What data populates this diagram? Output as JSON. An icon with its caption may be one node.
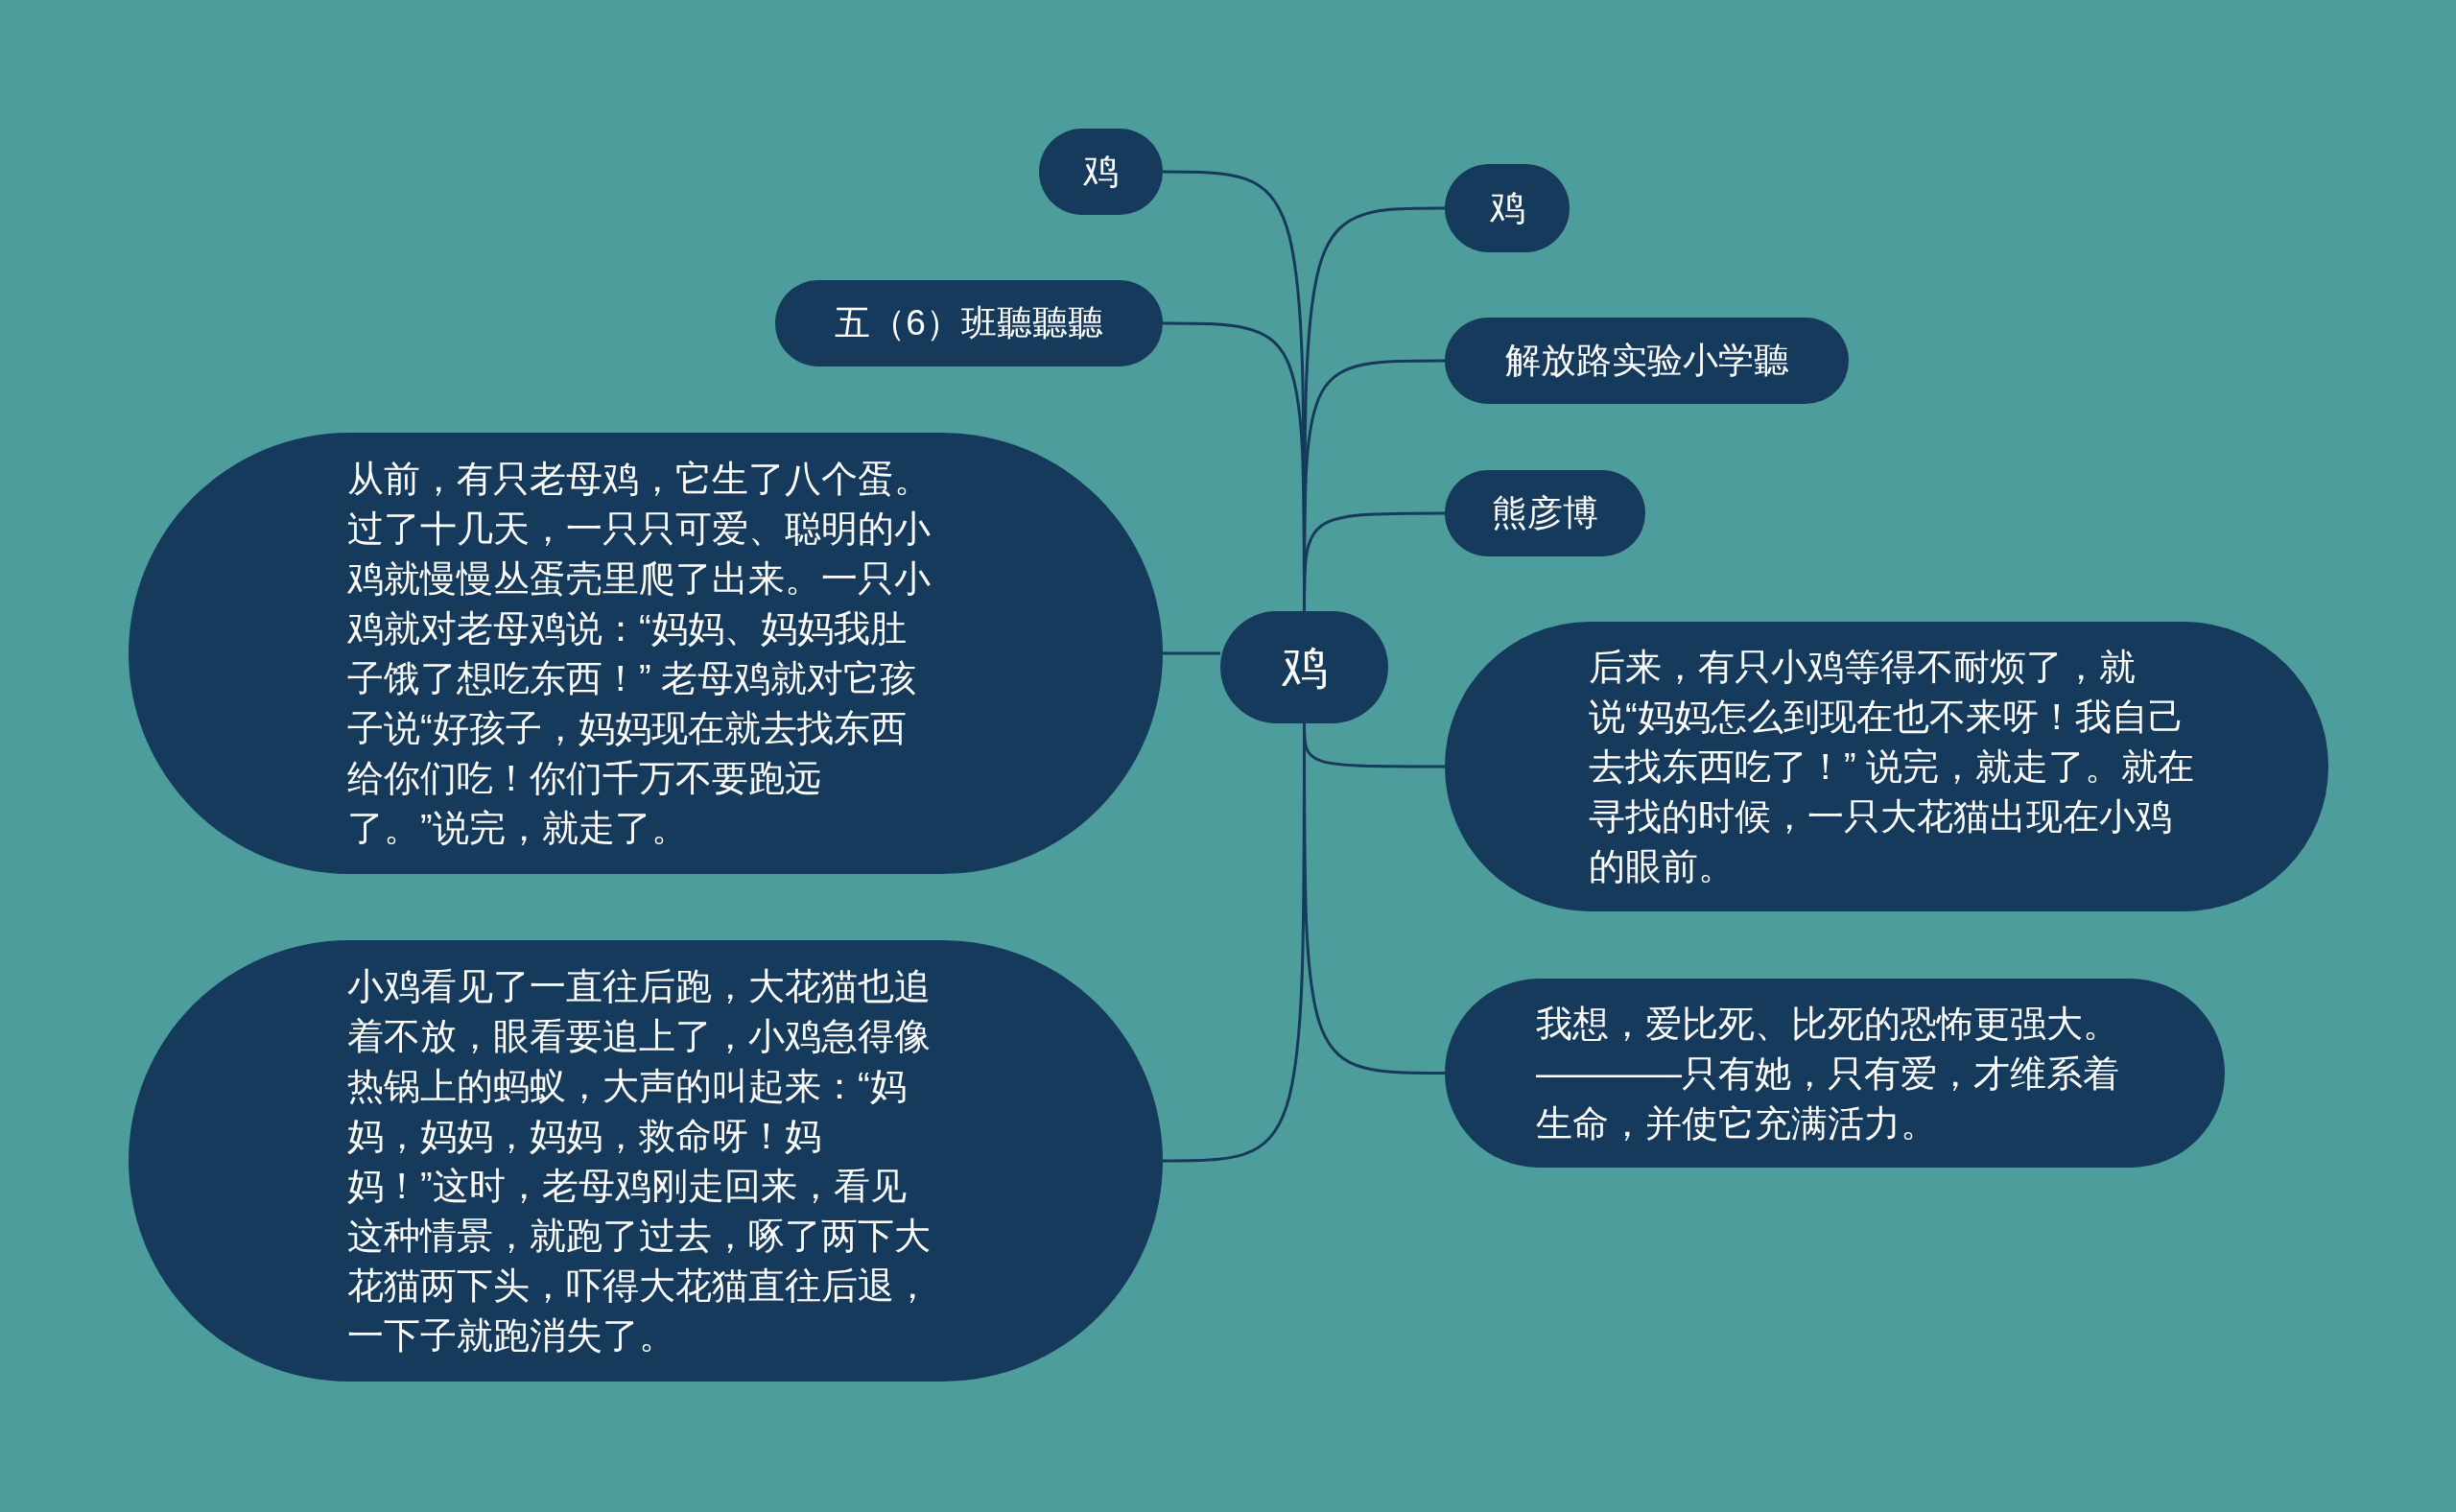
{
  "diagram": {
    "nodes": [
      {
        "text": [
          "鸡"
        ]
      },
      {
        "text": [
          "鸡"
        ]
      },
      {
        "text": [
          "五（6）班聽聽聽"
        ]
      },
      {
        "text": [
          "从前，有只老母鸡，它生了八个蛋。过了十几天，一只只可爱、聪明的小鸡就慢慢丛蛋壳里爬了出来。一只小鸡就对老母鸡说：“妈妈、妈妈我肚子饿了想吃东西！” 老母鸡就对它孩子说“好孩子，妈妈现在就去找东西给你们吃！你们千万不要跑远了。”说完，就走了。"
        ]
      },
      {
        "text": [
          "小鸡看见了一直往后跑，大花猫也追着不放，眼看要追上了，小鸡急得像热锅上的蚂蚁，大声的叫起来：“妈妈，妈妈，妈妈，救命呀！妈妈！”这时，老母鸡刚走回来，看见这种情景，就跑了过去，啄了两下大花猫两下头，吓得大花猫直往后退，一下子就跑消失了。"
        ]
      },
      {
        "text": [
          "鸡"
        ]
      },
      {
        "text": [
          "解放路实验小学聽"
        ]
      },
      {
        "text": [
          "熊彦博"
        ]
      },
      {
        "text": [
          "后来，有只小鸡等得不耐烦了，就说“妈妈怎么到现在也不来呀！我自己去找东西吃了！” 说完，就走了。就在寻找的时候，一只大花猫出现在小鸡的眼前。"
        ]
      },
      {
        "text": [
          "我想，爱比死、比死的恐怖更强大。————只有她，只有爱，才维系着生命，并使它充满活力。"
        ]
      }
    ],
    "edges": [
      {
        "from": 0,
        "to": 1,
        "arrow": "none"
      },
      {
        "from": 0,
        "to": 2,
        "arrow": "none"
      },
      {
        "from": 0,
        "to": 3,
        "arrow": "none"
      },
      {
        "from": 0,
        "to": 4,
        "arrow": "none"
      },
      {
        "from": 0,
        "to": 5,
        "arrow": "none"
      },
      {
        "from": 0,
        "to": 6,
        "arrow": "none"
      },
      {
        "from": 0,
        "to": 7,
        "arrow": "none"
      },
      {
        "from": 0,
        "to": 8,
        "arrow": "none"
      },
      {
        "from": 0,
        "to": 9,
        "arrow": "none"
      }
    ]
  }
}
